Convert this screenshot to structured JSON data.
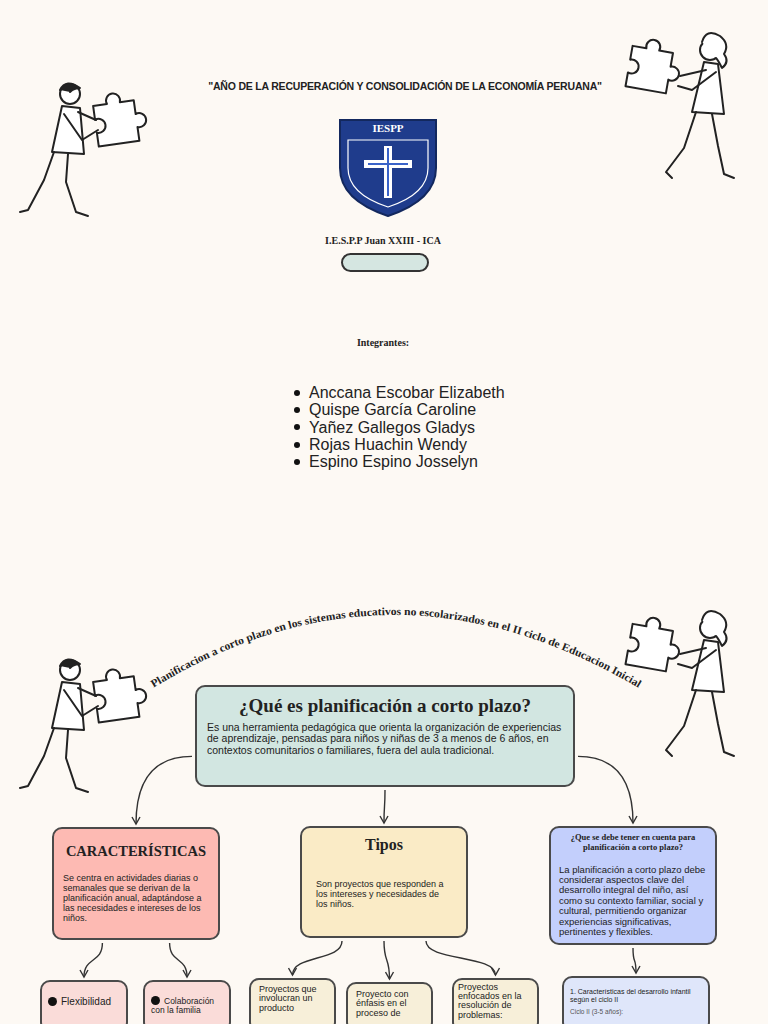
{
  "diagram": {
    "title": "Planificacion a corto plazo en los sistemas educativos no escolarizados en el II ciclo de Educacion Inicial",
    "nodes": [
      {
        "text": [
          "¿Qué es planificación a corto plazo?",
          "Es una herramienta pedagógica que orienta la organización de experiencias de aprendizaje, pensadas para niños y niñas de 3 a menos de 6 años, en contextos comunitarios o familiares, fuera del aula tradicional."
        ]
      },
      {
        "text": [
          "CARACTERÍSTICAS",
          "Se centra en actividades diarias o semanales que se derivan de la planificación anual, adaptándose a las necesidades e intereses de los niños."
        ]
      },
      {
        "text": [
          "Tipos",
          "Son proyectos que responden a los intereses y necesidades de los niños."
        ]
      },
      {
        "text": [
          "¿Que se debe tener en cuenta para planificación a corto plazo?",
          "La planificación a corto plazo debe considerar aspectos clave del desarrollo integral del niño, así como su contexto familiar, social y cultural, permitiendo organizar experiencias significativas, pertinentes y flexibles."
        ]
      },
      {
        "text": [
          "Flexibilidad"
        ]
      },
      {
        "text": [
          "Colaboración con la familia"
        ]
      },
      {
        "text": [
          "Proyectos que involucran un producto"
        ]
      },
      {
        "text": [
          "Proyecto con énfasis en el proceso de"
        ]
      },
      {
        "text": [
          "Proyectos enfocados en la resolución de problemas:"
        ]
      },
      {
        "text": [
          "1. Características del desarrollo infantil según el ciclo II",
          "Ciclo II (3-5 años):"
        ]
      }
    ],
    "edges": [
      {
        "from": 0,
        "to": 1,
        "arrow": "to"
      },
      {
        "from": 0,
        "to": 2,
        "arrow": "to"
      },
      {
        "from": 0,
        "to": 3,
        "arrow": "to"
      },
      {
        "from": 1,
        "to": 4,
        "arrow": "to"
      },
      {
        "from": 1,
        "to": 5,
        "arrow": "to"
      },
      {
        "from": 2,
        "to": 6,
        "arrow": "to"
      },
      {
        "from": 2,
        "to": 7,
        "arrow": "to"
      },
      {
        "from": 2,
        "to": 8,
        "arrow": "to"
      },
      {
        "from": 3,
        "to": 9,
        "arrow": "to"
      }
    ],
    "labels": [
      "\"AÑO DE LA RECUPERACIÓN Y CONSOLIDACIÓN DE LA ECONOMÍA PERUANA\"",
      "IESPP",
      "I.E.S.P.P Juan XXIII - ICA",
      "Integrantes:",
      "Anccana Escobar Elizabeth",
      "Quispe García Caroline",
      "Yañez Gallegos Gladys",
      "Rojas Huachin Wendy",
      "Espino Espino Josselyn"
    ]
  }
}
